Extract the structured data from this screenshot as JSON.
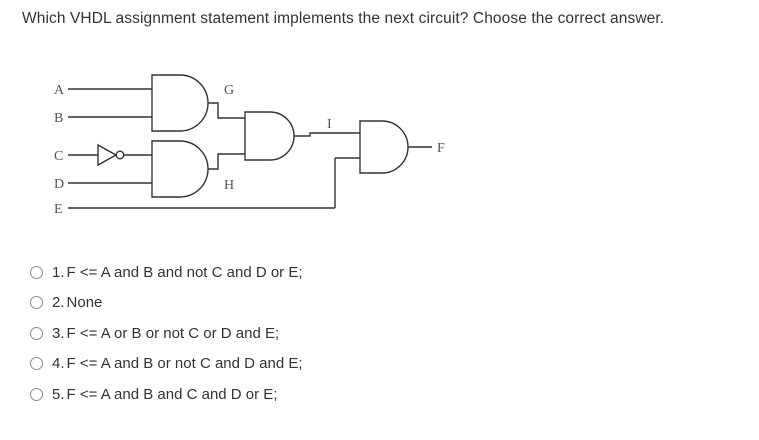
{
  "question": {
    "text": "Which VHDL assignment statement implements the next circuit? Choose the correct answer."
  },
  "circuit": {
    "inputs": [
      "A",
      "B",
      "C",
      "D",
      "E"
    ],
    "internal_labels": [
      "G",
      "H",
      "I"
    ],
    "output": "F",
    "line_color": "#333333",
    "label_color": "#555555"
  },
  "options": [
    {
      "number": "1.",
      "text": "F <= A and B and not C and D or E;"
    },
    {
      "number": "2.",
      "text": "None"
    },
    {
      "number": "3.",
      "text": "F <= A or B or not C or D and E;"
    },
    {
      "number": "4.",
      "text": "F <= A and B or not C and D and E;"
    },
    {
      "number": "5.",
      "text": "F <= A and B and C and D or E;"
    }
  ]
}
